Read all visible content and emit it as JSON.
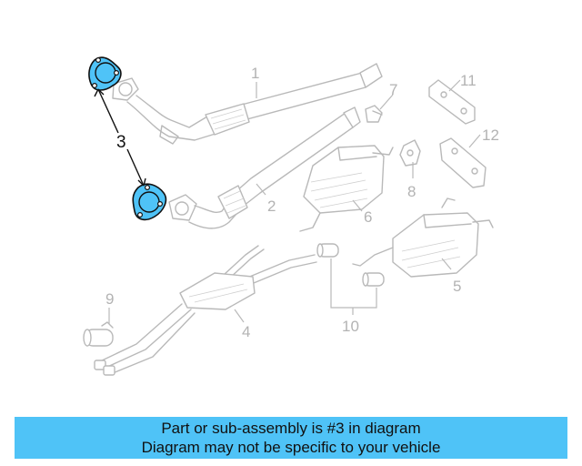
{
  "diagram": {
    "callouts": {
      "c1": "1",
      "c2": "2",
      "c3": "3",
      "c4": "4",
      "c5": "5",
      "c6": "6",
      "c7": "7",
      "c8": "8",
      "c9": "9",
      "c10": "10",
      "c11": "11",
      "c12": "12"
    },
    "highlight_color": "#4fc3f7"
  },
  "banner": {
    "line1": "Part or sub-assembly is #3 in diagram",
    "line2": "Diagram may not be specific to your vehicle"
  }
}
